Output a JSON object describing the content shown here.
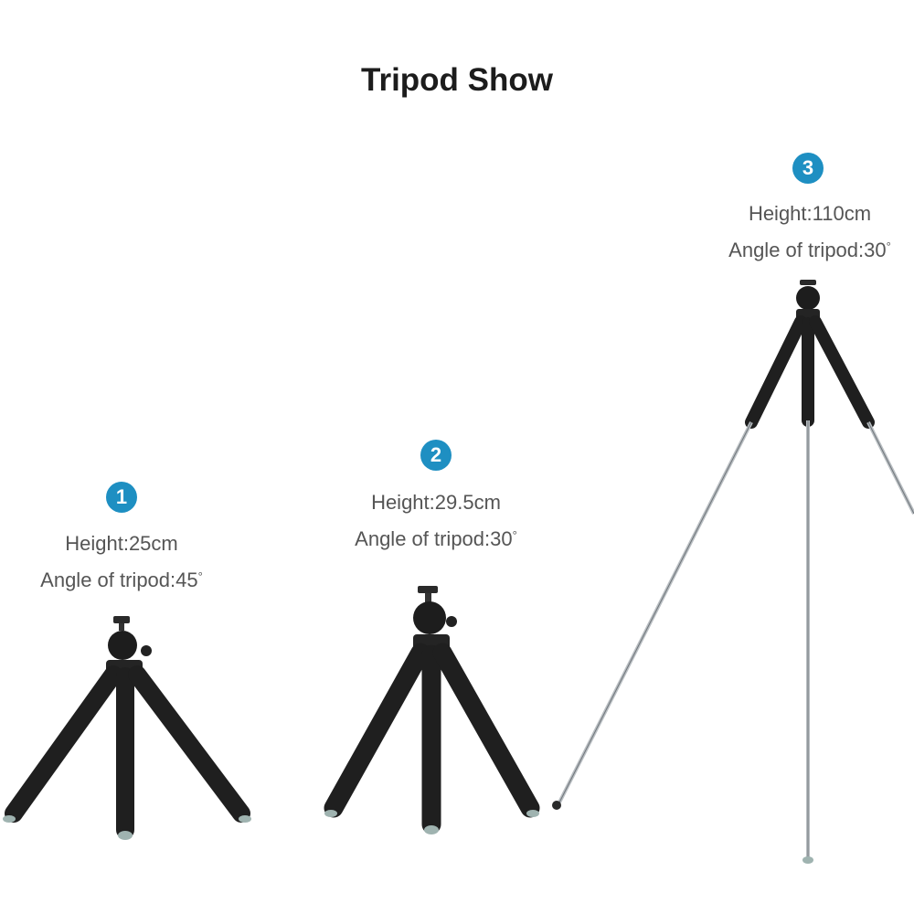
{
  "title": "Tripod Show",
  "colors": {
    "badge": "#1e8fc2",
    "leg": "#1f1f1f",
    "rod": "#b9bec2"
  },
  "tripods": [
    {
      "number": "1",
      "height": "Height:25cm",
      "angle": "Angle of tripod:45",
      "degree": "°"
    },
    {
      "number": "2",
      "height": "Height:29.5cm",
      "angle": "Angle of tripod:30",
      "degree": "°"
    },
    {
      "number": "3",
      "height": "Height:110cm",
      "angle": "Angle of tripod:30",
      "degree": "°"
    }
  ]
}
